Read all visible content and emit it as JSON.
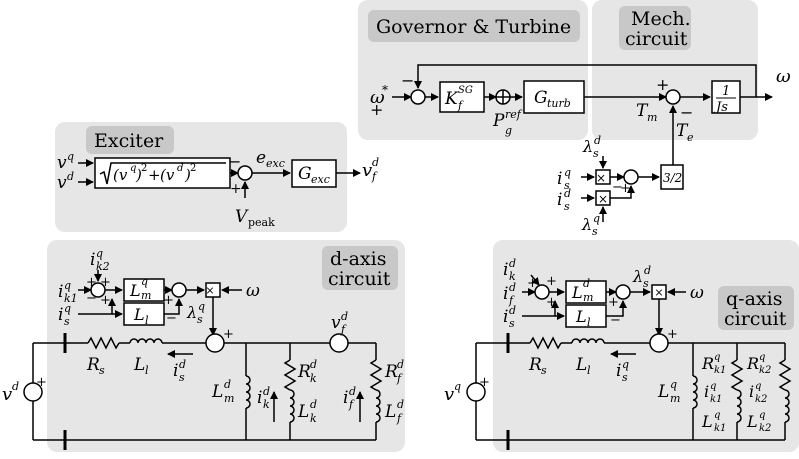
{
  "panels": {
    "governor": "Governor & Turbine",
    "mech": [
      "Mech.",
      "circuit"
    ],
    "exciter": "Exciter",
    "d_axis": [
      "d-axis",
      "circuit"
    ],
    "q_axis": [
      "q-axis",
      "circuit"
    ]
  },
  "symbols": {
    "omega": "ω",
    "omega_star": "ω*",
    "kf": "K",
    "kf_sup": "SG",
    "kf_sub": "f",
    "pg": "P",
    "pg_sup": "ref",
    "pg_sub": "g",
    "gturb": "G",
    "gturb_sub": "turb",
    "tm": "T",
    "tm_sub": "m",
    "te": "T",
    "te_sub": "e",
    "js_num": "1",
    "js_den": "Js",
    "three_half": "3/2",
    "vq": "v",
    "vq_sup": "q",
    "vd": "v",
    "vd_sup": "d",
    "sqrt_expr": "(v",
    "eexc": "e",
    "eexc_sub": "exc",
    "gexc": "G",
    "gexc_sub": "exc",
    "vfd": "v",
    "vfd_sup": "d",
    "vfd_sub": "f",
    "vpeak": "V",
    "vpeak_sub": "peak",
    "rs": "R",
    "rs_sub": "s",
    "ll": "L",
    "ll_sub": "l",
    "isd": "i",
    "isd_sup": "d",
    "isd_sub": "s",
    "isq": "i",
    "isq_sup": "q",
    "isq_sub": "s",
    "lmd": "L",
    "lmd_sup": "d",
    "lmd_sub": "m",
    "lmq": "L",
    "lmq_sup": "q",
    "lmq_sub": "m",
    "rkd": "R",
    "rkd_sup": "d",
    "rkd_sub": "k",
    "lkd": "L",
    "lkd_sup": "d",
    "lkd_sub": "k",
    "ikd": "i",
    "ikd_sup": "d",
    "ikd_sub": "k",
    "ifd": "i",
    "ifd_sup": "d",
    "ifd_sub": "f",
    "rfd": "R",
    "rfd_sup": "d",
    "rfd_sub": "f",
    "lfd": "L",
    "lfd_sup": "d",
    "lfd_sub": "f",
    "ik2q": "i",
    "ik2q_sup": "q",
    "ik2q_sub": "k2",
    "ik1q": "i",
    "ik1q_sup": "q",
    "ik1q_sub": "k1",
    "lambda_sq": "λ",
    "lambda_sq_sup": "q",
    "lambda_sq_sub": "s",
    "lambda_sd": "λ",
    "lambda_sd_sup": "d",
    "lambda_sd_sub": "s",
    "ikd2": "i",
    "ikd2_sup": "d",
    "ikd2_sub": "k",
    "ifd2": "i",
    "ifd2_sup": "d",
    "ifd2_sub": "f",
    "rk1q": "R",
    "rk1q_sup": "q",
    "rk1q_sub": "k1",
    "rk2q": "R",
    "rk2q_sup": "q",
    "rk2q_sub": "k2",
    "lk1q": "L",
    "lk1q_sup": "q",
    "lk1q_sub": "k1",
    "lk2q": "L",
    "lk2q_sup": "q",
    "lk2q_sub": "k2",
    "plus": "+",
    "minus": "−",
    "times": "×"
  },
  "colors": {
    "panel_fill": "#e6e6e6",
    "title_fill": "#c8c8c8",
    "line": "#000000"
  }
}
